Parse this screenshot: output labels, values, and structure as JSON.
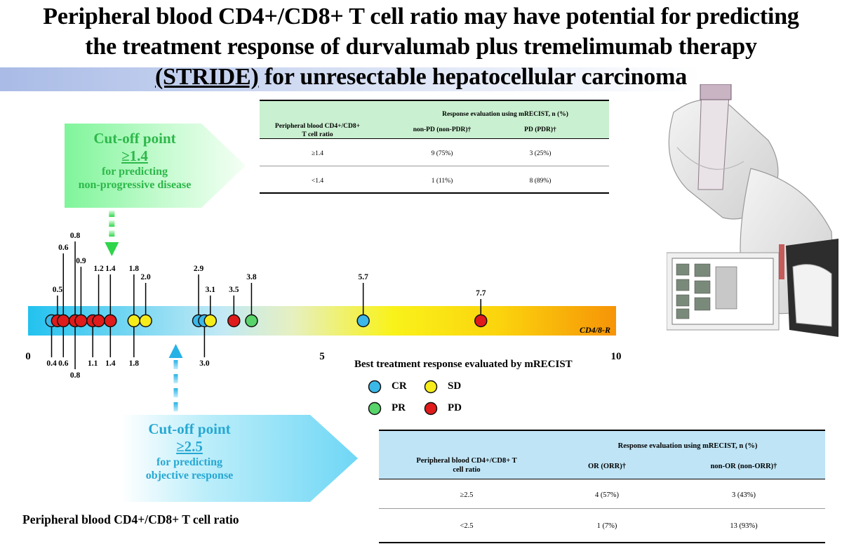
{
  "title": {
    "line1": "Peripheral blood CD4+/CD8+ T cell ratio may have potential for predicting",
    "line2": "the treatment response of durvalumab plus tremelimumab therapy",
    "line3a": "(STRIDE)",
    "line3b": " for unresectable hepatocellular carcinoma"
  },
  "cutoff_top": {
    "heading": "Cut-off point",
    "value": "≥1.4",
    "line1": "for predicting",
    "line2": "non-progressive disease"
  },
  "cutoff_bottom": {
    "heading": "Cut-off point",
    "value": "≥2.5",
    "line1": "for predicting",
    "line2": "objective response"
  },
  "table_top": {
    "caption": "Response evaluation using mRECIST, n (%)",
    "row_header": "Peripheral blood CD4+/CD8+ T cell ratio",
    "col1": "non-PD (non-PDR)†",
    "col2": "PD (PDR)†",
    "rows": [
      {
        "group": "≥1.4",
        "c1": "9 (75%)",
        "c2": "3 (25%)"
      },
      {
        "group": "<1.4",
        "c1": "1 (11%)",
        "c2": "8 (89%)"
      }
    ]
  },
  "table_bottom": {
    "caption": "Response evaluation using mRECIST, n (%)",
    "row_header": "Peripheral blood CD4+/CD8+ T cell ratio",
    "col1": "OR (ORR)†",
    "col2": "non-OR (non-ORR)†",
    "rows": [
      {
        "group": "≥2.5",
        "c1": "4 (57%)",
        "c2": "3 (43%)"
      },
      {
        "group": "<2.5",
        "c1": "1 (7%)",
        "c2": "13 (93%)"
      }
    ]
  },
  "bottom_label": "Peripheral blood CD4+/CD8+ T cell ratio",
  "chart_data": {
    "type": "scatter",
    "xlabel": "CD4/8-R",
    "xlim": [
      0,
      10
    ],
    "x_ticks": [
      "0",
      "5",
      "10"
    ],
    "cutoffs": [
      1.4,
      2.5
    ],
    "legend_title": "Best treatment response evaluated by mRECIST",
    "legend": [
      {
        "key": "CR",
        "label": "CR",
        "color": "#3bb8e8"
      },
      {
        "key": "SD",
        "label": "SD",
        "color": "#f5ec1a"
      },
      {
        "key": "PR",
        "label": "PR",
        "color": "#58d46a"
      },
      {
        "key": "PD",
        "label": "PD",
        "color": "#e01b1b"
      }
    ],
    "points": [
      {
        "x": 0.4,
        "label": "0.4",
        "response": "CR",
        "side": "below",
        "row": 0
      },
      {
        "x": 0.5,
        "label": "0.5",
        "response": "PD",
        "side": "above",
        "row": 0
      },
      {
        "x": 0.6,
        "label": "0.6",
        "response": "PD",
        "side": "above",
        "row": 1
      },
      {
        "x": 0.6,
        "label": "0.6",
        "response": "PD",
        "side": "below",
        "row": 0
      },
      {
        "x": 0.8,
        "label": "0.8",
        "response": "PD",
        "side": "above",
        "row": 2
      },
      {
        "x": 0.8,
        "label": "0.8",
        "response": "PD",
        "side": "below",
        "row": 1
      },
      {
        "x": 0.9,
        "label": "0.9",
        "response": "PD",
        "side": "above",
        "row": 3
      },
      {
        "x": 1.1,
        "label": "1.1",
        "response": "PD",
        "side": "below",
        "row": 0
      },
      {
        "x": 1.2,
        "label": "1.2",
        "response": "PD",
        "side": "above",
        "row": 4
      },
      {
        "x": 1.4,
        "label": "1.4",
        "response": "SD",
        "side": "above",
        "row": 4
      },
      {
        "x": 1.4,
        "label": "1.4",
        "response": "PD",
        "side": "below",
        "row": 0
      },
      {
        "x": 1.8,
        "label": "1.8",
        "response": "SD",
        "side": "above",
        "row": 4
      },
      {
        "x": 1.8,
        "label": "1.8",
        "response": "SD",
        "side": "below",
        "row": 0
      },
      {
        "x": 2.0,
        "label": "2.0",
        "response": "SD",
        "side": "above",
        "row": 5
      },
      {
        "x": 2.9,
        "label": "2.9",
        "response": "CR",
        "side": "above",
        "row": 4
      },
      {
        "x": 3.0,
        "label": "3.0",
        "response": "CR",
        "side": "below",
        "row": 0
      },
      {
        "x": 3.1,
        "label": "3.1",
        "response": "SD",
        "side": "above",
        "row": 6
      },
      {
        "x": 3.5,
        "label": "3.5",
        "response": "PD",
        "side": "above",
        "row": 6
      },
      {
        "x": 3.8,
        "label": "3.8",
        "response": "PR",
        "side": "above",
        "row": 5
      },
      {
        "x": 5.7,
        "label": "5.7",
        "response": "CR",
        "side": "above",
        "row": 5
      },
      {
        "x": 7.7,
        "label": "7.7",
        "response": "PD",
        "side": "above",
        "row": 7
      }
    ]
  }
}
